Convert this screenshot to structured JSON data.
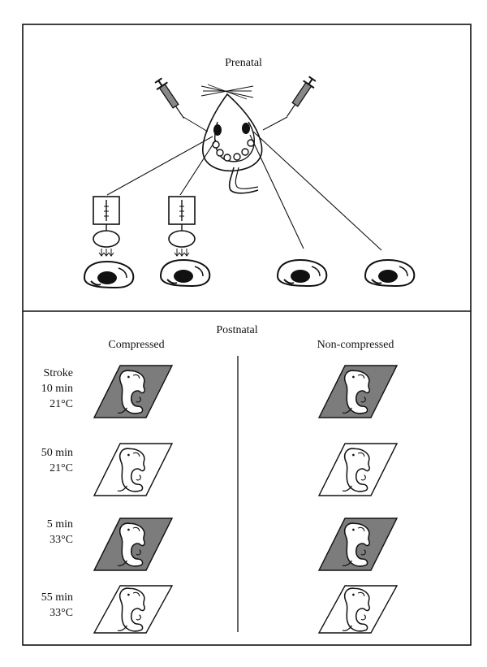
{
  "prenatal": {
    "title": "Prenatal"
  },
  "postnatal": {
    "title": "Postnatal",
    "columns": [
      "Compressed",
      "Non-compressed"
    ],
    "conditions": [
      {
        "lines": [
          "Stroke",
          "10 min",
          "21°C"
        ],
        "shading": "dark"
      },
      {
        "lines": [
          "50 min",
          "21°C"
        ],
        "shading": "light"
      },
      {
        "lines": [
          "5 min",
          "33°C"
        ],
        "shading": "dark"
      },
      {
        "lines": [
          "55 min",
          "33°C"
        ],
        "shading": "light"
      }
    ]
  },
  "colors": {
    "dark_tile": "#7c7c7c",
    "light_tile": "#ffffff",
    "line": "#111111"
  }
}
